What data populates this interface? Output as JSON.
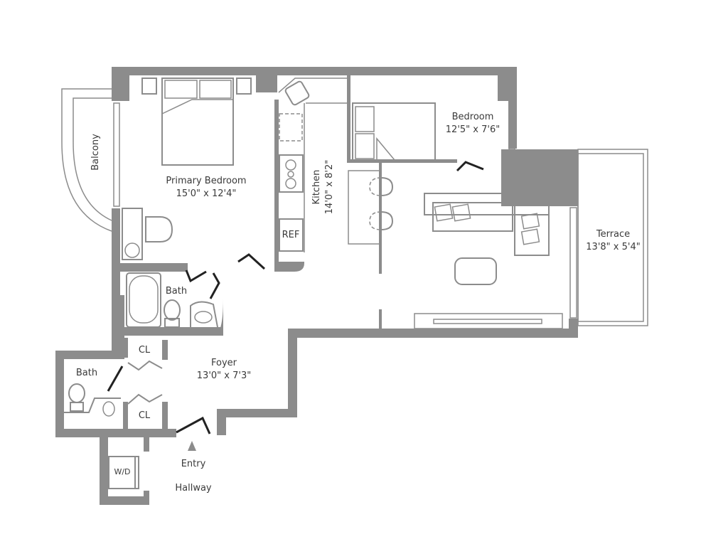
{
  "plan": {
    "rooms": [
      {
        "id": "primary-bedroom",
        "name": "Primary Bedroom",
        "dims": "15'0\" x 12'4\""
      },
      {
        "id": "bedroom",
        "name": "Bedroom",
        "dims": "12'5\" x 7'6\""
      },
      {
        "id": "kitchen",
        "name": "Kitchen",
        "dims": "14'0\" x 8'2\""
      },
      {
        "id": "terrace",
        "name": "Terrace",
        "dims": "13'8\" x 5'4\""
      },
      {
        "id": "foyer",
        "name": "Foyer",
        "dims": "13'0\" x 7'3\""
      },
      {
        "id": "balcony",
        "name": "Balcony"
      },
      {
        "id": "bath-main",
        "name": "Bath"
      },
      {
        "id": "bath-small",
        "name": "Bath"
      },
      {
        "id": "closet-1",
        "name": "CL"
      },
      {
        "id": "closet-2",
        "name": "CL"
      }
    ],
    "fixtures": {
      "ref": "REF",
      "wd": "W/D"
    },
    "labels": {
      "entry": "Entry",
      "hallway": "Hallway"
    },
    "colors": {
      "wall": "#8c8c8c",
      "text": "#3a3a3a",
      "door": "#222222"
    }
  }
}
